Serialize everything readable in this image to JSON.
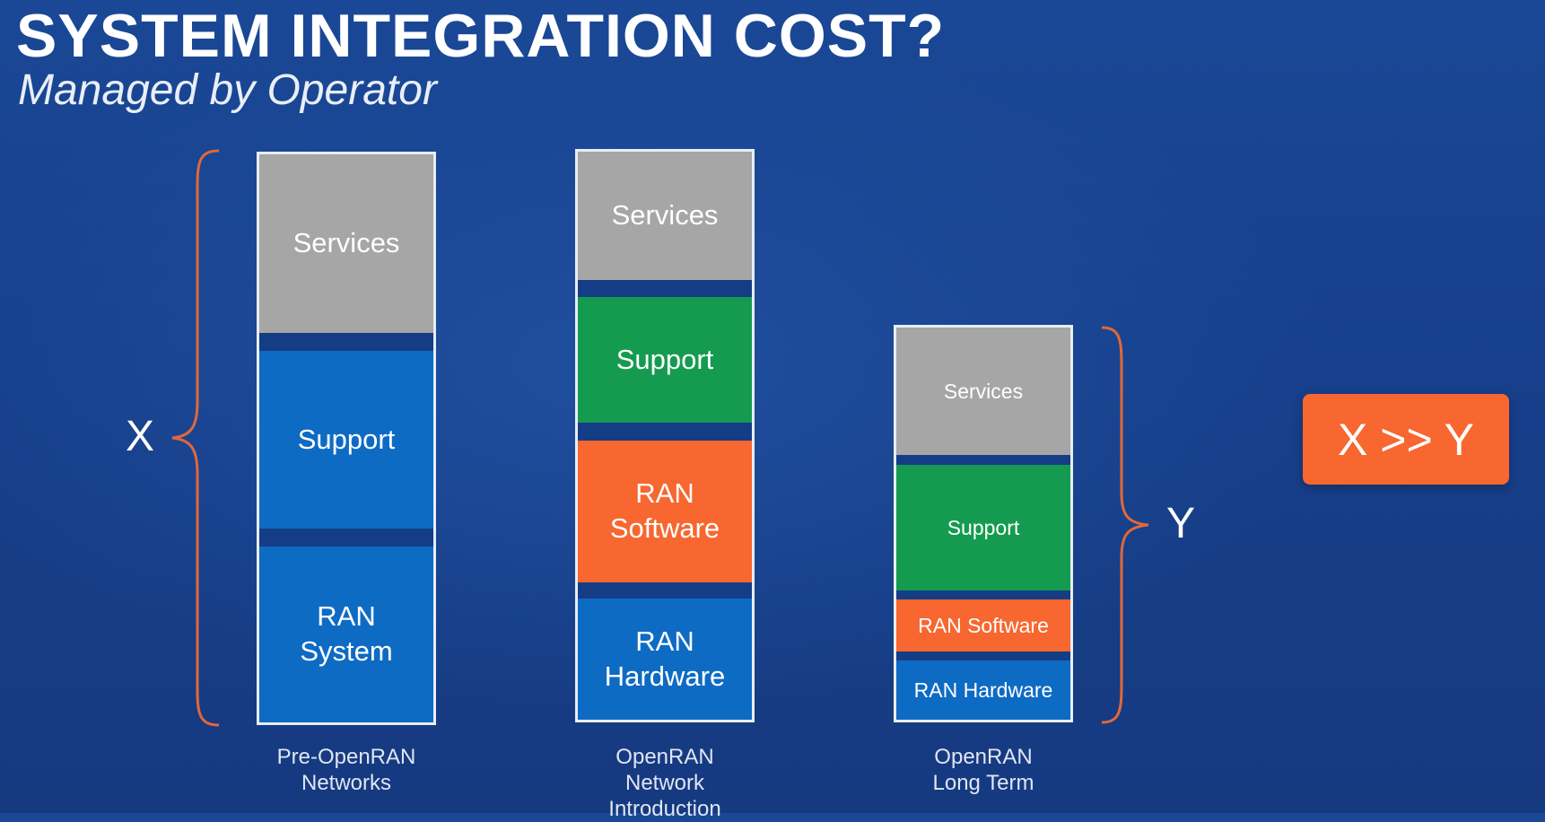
{
  "slide": {
    "title": "SYSTEM INTEGRATION COST?",
    "subtitle": "Managed by Operator"
  },
  "stacks": [
    {
      "label": "Pre-OpenRAN\nNetworks",
      "blocks": [
        "Services",
        "Support",
        "RAN\nSystem"
      ]
    },
    {
      "label": "OpenRAN\nNetwork\nIntroduction",
      "blocks": [
        "Services",
        "Support",
        "RAN\nSoftware",
        "RAN\nHardware"
      ]
    },
    {
      "label": "OpenRAN\nLong Term",
      "blocks": [
        "Services",
        "Support",
        "RAN Software",
        "RAN Hardware"
      ]
    }
  ],
  "brackets": {
    "left_label": "X",
    "right_label": "Y"
  },
  "comparison": "X >> Y",
  "colors": {
    "services": "#a6a6a6",
    "support_pre": "#0e6bc3",
    "support_openran": "#159b4f",
    "ran_software": "#f7672f",
    "ran_hardware": "#0e6bc3",
    "brace": "#e0683a",
    "background": "#173f8b"
  }
}
